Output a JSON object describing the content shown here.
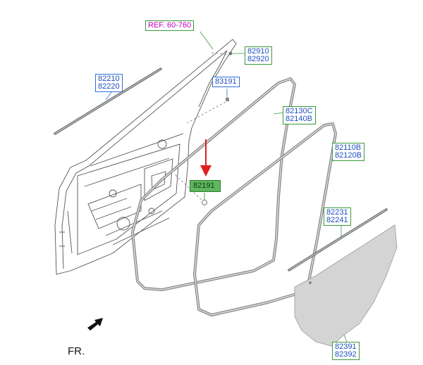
{
  "labels": {
    "ref": "REF. 60-760",
    "l82910": "82910",
    "l82920": "82920",
    "l82210": "82210",
    "l82220": "82220",
    "l83191": "83191",
    "l82130c": "82130C",
    "l82140b": "82140B",
    "l82110b": "82110B",
    "l82120b": "82120B",
    "l82191": "82191",
    "l82231": "82231",
    "l82241": "82241",
    "l82391": "82391",
    "l82392": "82392"
  },
  "front_marker": "FR.",
  "icons": [
    "arrow-front-icon"
  ],
  "colors": {
    "blue_label": "#2f6fd6",
    "green_label": "#3a9a3a",
    "ref_text": "#c000c0",
    "highlight_fill": "#5fb65f",
    "pointer_arrow": "#e02020",
    "weatherstrip": "#9a9a9a",
    "trim_pad": "#d4d4d4"
  }
}
